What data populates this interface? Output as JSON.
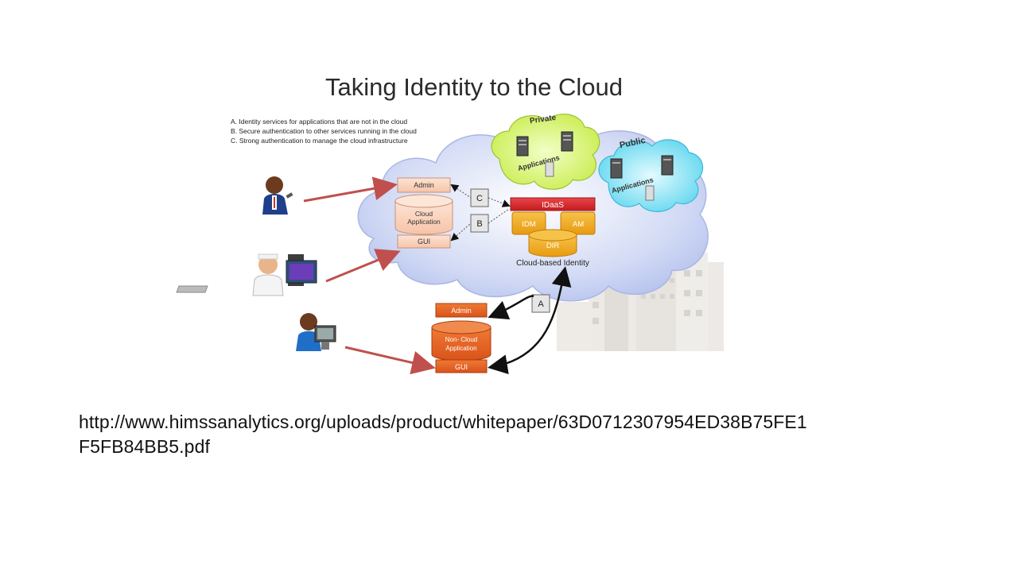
{
  "slide": {
    "diagram_title": "Taking Identity to the Cloud",
    "legend": [
      "A.  Identity services for applications that are not in the cloud",
      "B.  Secure authentication to other services running in the cloud",
      "C.  Strong authentication to manage the cloud infrastructure"
    ],
    "private_cloud": {
      "label": "Private",
      "apps_label": "Applications"
    },
    "public_cloud": {
      "label": "Public",
      "apps_label": "Applications"
    },
    "cloud_app": {
      "admin": "Admin",
      "app_line1": "Cloud",
      "app_line2": "Application",
      "gui": "GUI"
    },
    "connectors": {
      "c": "C",
      "b": "B",
      "a": "A"
    },
    "idaas": {
      "header": "IDaaS",
      "idm": "IDM",
      "am": "AM",
      "dir": "DIR",
      "caption": "Cloud-based Identity"
    },
    "non_cloud_app": {
      "admin": "Admin",
      "app_line1": "Non- Cloud",
      "app_line2": "Application",
      "gui": "GUI"
    },
    "url_line1": "http://www.himssanalytics.org/uploads/product/whitepaper/63D0712307954ED38B75FE1",
    "url_line2": "F5FB84BB5.pdf"
  },
  "colors": {
    "cloud_blue": "#c9d3f3",
    "private_green": "#d6f56a",
    "public_cyan": "#7fe3f5",
    "idaas_red": "#d9262a",
    "idaas_orange": "#f5ad1c",
    "noncloud_orange": "#e8641e",
    "arrow_red": "#c0504d"
  }
}
